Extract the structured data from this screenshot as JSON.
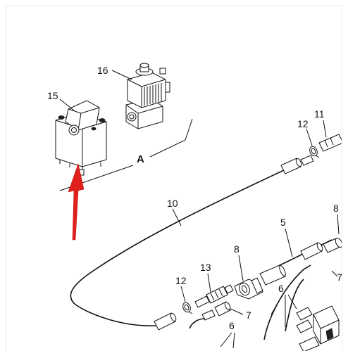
{
  "diagram": {
    "labels": {
      "p15": "15",
      "p16": "16",
      "view": "A",
      "p11": "11",
      "p12_top": "12",
      "p10": "10",
      "p8_right": "8",
      "p5": "5",
      "p8_mid": "8",
      "p7_right": "7",
      "p13": "13",
      "p12_bottom": "12",
      "p7_mid": "7",
      "p6_right": "6",
      "p6_bottom": "6"
    },
    "colors": {
      "arrow": "#e0201c",
      "line": "#111111",
      "background": "#ffffff"
    }
  }
}
